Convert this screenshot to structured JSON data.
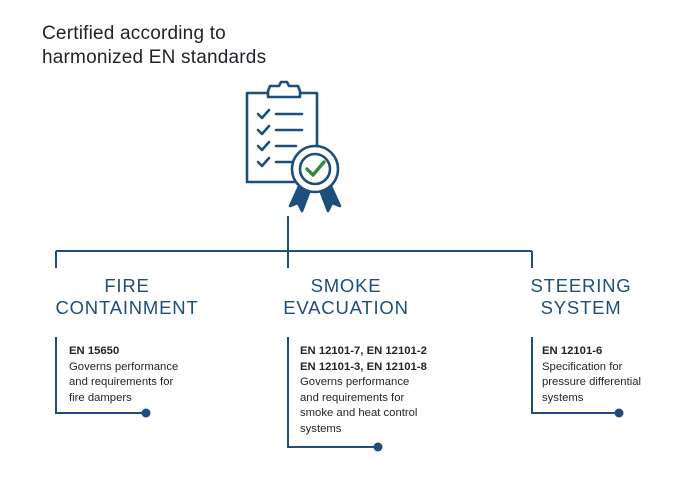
{
  "title": {
    "line1": "Certified according to",
    "line2": "harmonized EN standards"
  },
  "icon": "clipboard-checklist-certified-icon",
  "colors": {
    "navy": "#1e4f7c",
    "check_green": "#2f8d3c",
    "text": "#1f2328"
  },
  "categories": [
    {
      "heading": [
        "FIRE",
        "CONTAINMENT"
      ],
      "codes": [
        "EN 15650"
      ],
      "description": [
        "Governs performance",
        "and requirements for",
        "fire dampers"
      ]
    },
    {
      "heading": [
        "SMOKE",
        "EVACUATION"
      ],
      "codes": [
        "EN 12101-7, EN 12101-2",
        "EN 12101-3, EN 12101-8"
      ],
      "description": [
        "Governs performance",
        "and requirements for",
        "smoke and heat control",
        "systems"
      ]
    },
    {
      "heading": [
        "STEERING",
        "SYSTEM"
      ],
      "codes": [
        "EN 12101-6"
      ],
      "description": [
        "Specification for",
        "pressure differential",
        "systems"
      ]
    }
  ]
}
